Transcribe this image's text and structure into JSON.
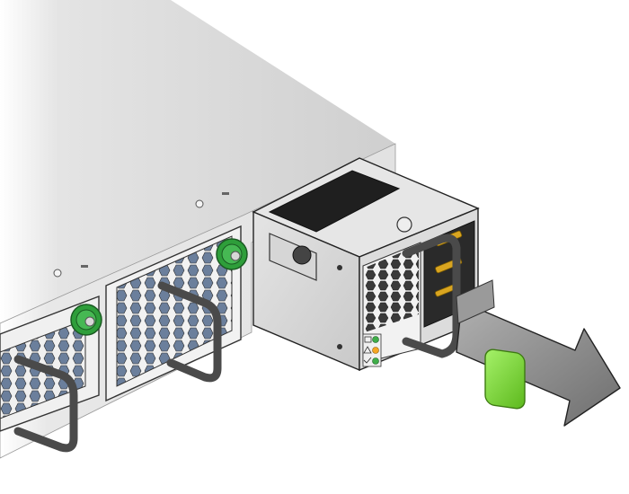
{
  "colors": {
    "background": "#ffffff",
    "chassis_top": "#d2d2d2",
    "chassis_front": "#e6e6e6",
    "psu_body": "#dcdcdc",
    "fan_grille": "#f2f2f2",
    "fan_hole": "#5a6f8c",
    "thumbscrew_green": "#2e9e3a",
    "latch_green": "#7ed321",
    "handle_dark": "#4a4a4a",
    "connector_brass": "#d9a520",
    "led_green": "#3fae49",
    "led_amber": "#f5a623",
    "arrow_fill": "#8c8c8c",
    "outline": "#222222"
  },
  "parts": {
    "chassis": "switch-chassis",
    "psu": "power-supply-module",
    "latch": "release-latch",
    "handle": "psu-handle",
    "arrow": "removal-direction-arrow"
  },
  "icons": [
    "power-supply-icon",
    "warning-icon",
    "ok-icon"
  ]
}
